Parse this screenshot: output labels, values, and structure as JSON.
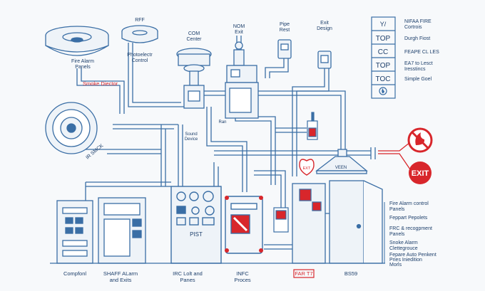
{
  "colors": {
    "line": "#3a6ea5",
    "line_light": "#8fb3d9",
    "text": "#1d3f6b",
    "accent_red": "#d8262b",
    "background": "#f7f9fb"
  },
  "top_labels": {
    "rf": "RFF",
    "fire_alarm_panels": [
      "Fire Alarm",
      "Panels"
    ],
    "photoelectric_control": [
      "Photoelectr",
      "Control"
    ],
    "com_center": [
      "COM",
      "Center"
    ],
    "nom_exit": [
      "NOM",
      "Exit"
    ],
    "pipe_rest": [
      "Pipe",
      "Rest"
    ],
    "exit_design": [
      "Exit",
      "Design"
    ]
  },
  "mid_labels": {
    "smoke_detector": "Smoke Diector",
    "ir_smoke": "IR SMCK",
    "sound_device": [
      "Sound",
      "Device"
    ],
    "ran": "Ran",
    "vent": "VEEN",
    "fire_tag": "EXT"
  },
  "legend": {
    "header": [
      "NIFAA FIRE",
      "Cortrois"
    ],
    "rows": [
      {
        "symbol": "Y/",
        "text": "NIFAA FIRE Cortrois"
      },
      {
        "symbol": "TOP",
        "text": "Durgh Fiost"
      },
      {
        "symbol": "CC",
        "text": "FEAPE CL LES"
      },
      {
        "symbol": "TOP",
        "text": "EA7 to Lesct Iresstincs"
      },
      {
        "symbol": "TOC",
        "text": "Simple Goel"
      },
      {
        "symbol": "fire-icon",
        "text": ""
      }
    ]
  },
  "right_signs": {
    "no_fire_icon": "no-fire-sign-icon",
    "exit_sign": "EXIT"
  },
  "right_notes": [
    [
      "Fire Alarm control",
      "Panels"
    ],
    [
      "Feppart Pepolets"
    ],
    [
      "FRC & recogpment",
      "Panels"
    ],
    [
      "Snoke Alarm",
      "Clettegrouce"
    ],
    [
      "Fepare Auto Penkent",
      "Pries Iniedition",
      "Morls"
    ]
  ],
  "panels": {
    "center_panel_label": "PIST"
  },
  "bottom_labels": [
    {
      "lines": [
        "Compfonl"
      ],
      "boxed": false
    },
    {
      "lines": [
        "SHAFF ALarm",
        "and Exits"
      ],
      "boxed": false
    },
    {
      "lines": [
        "IRC Lolt and",
        "Panes"
      ],
      "boxed": false
    },
    {
      "lines": [
        "INFC",
        "Proces"
      ],
      "boxed": false
    },
    {
      "lines": [
        "FAR T7"
      ],
      "boxed": true
    },
    {
      "lines": [
        "BS59"
      ],
      "boxed": false
    }
  ]
}
